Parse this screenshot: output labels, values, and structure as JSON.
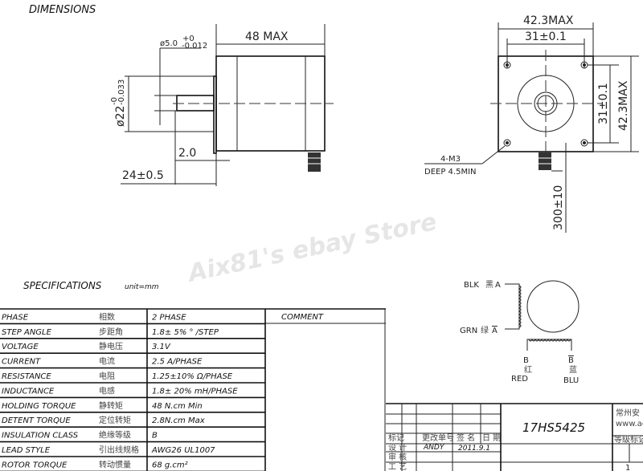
{
  "heading": "DIMENSIONS",
  "watermark": "Aix81's ebay Store",
  "side_view": {
    "length": "48 MAX",
    "shaft_dia": "ø5.0",
    "shaft_tol_upper": "+0",
    "shaft_tol_lower": "-0.012",
    "boss_dia": "ø22",
    "boss_tol_upper": "-0",
    "boss_tol_lower": "-0.033",
    "boss_height": "2.0",
    "shaft_length": "24±0.5"
  },
  "front_view": {
    "width": "42.3MAX",
    "hole_spacing_h": "31±0.1",
    "hole_spacing_v": "31±0.1",
    "height": "42.3MAX",
    "holes": "4-M3",
    "hole_depth": "DEEP 4.5MIN",
    "lead_length": "300±10"
  },
  "specifications": {
    "title": "SPECIFICATIONS",
    "unit": "unit=mm",
    "comment_header": "COMMENT",
    "rows": [
      {
        "label": "PHASE",
        "cn": "相数",
        "value": "2  PHASE"
      },
      {
        "label": "STEP ANGLE",
        "cn": "步距角",
        "value": "1.8± 5% ° /STEP"
      },
      {
        "label": "VOLTAGE",
        "cn": "静电压",
        "value": "3.1V"
      },
      {
        "label": "CURRENT",
        "cn": "电流",
        "value": "2.5 A/PHASE"
      },
      {
        "label": "RESISTANCE",
        "cn": "电阻",
        "value": "1.25±10%  Ω/PHASE"
      },
      {
        "label": "INDUCTANCE",
        "cn": "电感",
        "value": "1.8± 20% mH/PHASE"
      },
      {
        "label": "HOLDING TORQUE",
        "cn": "静转矩",
        "value": "48  N.cm Min"
      },
      {
        "label": "DETENT TORQUE",
        "cn": "定位转矩",
        "value": "2.8N.cm Max"
      },
      {
        "label": "INSULATION CLASS",
        "cn": "绝缘等级",
        "value": "B"
      },
      {
        "label": "LEAD STYLE",
        "cn": "引出线规格",
        "value": "AWG26  UL1007"
      },
      {
        "label": "ROTOR TORQUE",
        "cn": "转动惯量",
        "value": "68 g.cm²"
      }
    ]
  },
  "wiring": {
    "a_label": "BLK",
    "a_cn": "黑",
    "a_pin": "A",
    "abar_label": "GRN",
    "abar_cn": "绿",
    "abar_pin": "A",
    "b_pin": "B",
    "b_cn": "红",
    "b_label": "RED",
    "bbar_pin": "B",
    "bbar_cn": "蓝",
    "bbar_label": "BLU"
  },
  "title_block": {
    "model": "17HS5425",
    "company": "常州安",
    "website": "www.ac",
    "grade_mark": "等级标记",
    "count": "1",
    "col_mark": "标记",
    "col_change_no": "更改单号",
    "col_sign": "签 名",
    "col_date": "日 期",
    "designer_label": "设  计",
    "designer": "ANDY",
    "design_date": "2011.9.1",
    "review_label": "审  核",
    "process_label": "工  艺"
  }
}
